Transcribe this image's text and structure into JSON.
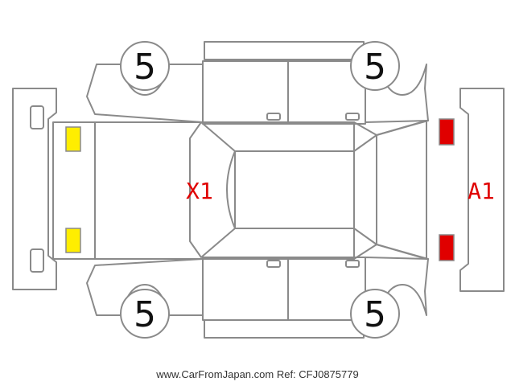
{
  "wheels": {
    "front_left": "5",
    "front_right": "5",
    "rear_left": "5",
    "rear_right": "5"
  },
  "marks": {
    "roof": "X1",
    "front_bumper": "A1"
  },
  "indicators": {
    "rear_bumper_color": "#ffee00",
    "front_bumper_color": "#e00000"
  },
  "footer": "www.CarFromJapan.com Ref: CFJ0875779"
}
